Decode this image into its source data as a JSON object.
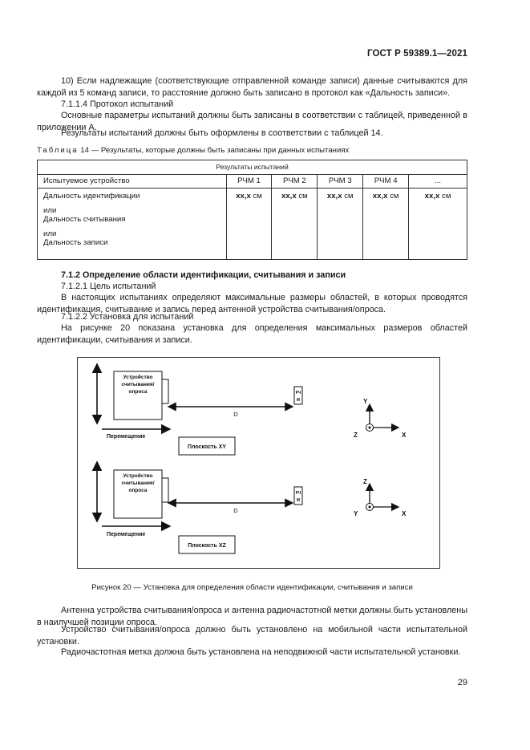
{
  "header": {
    "doc_id": "ГОСТ Р 59389.1—2021"
  },
  "paragraphs": {
    "p10": "10) Если надлежащие (соответствующие отправленной команде записи) данные считываются для каждой из 5 команд записи, то расстояние должно быть записано в протокол как «Дальность записи».",
    "p7114": "7.1.1.4 Протокол испытаний",
    "p_main": "Основные параметры испытаний должны быть записаны в соответствии с таблицей, приведенной в приложении А.",
    "p_res": "Результаты испытаний должны быть оформлены в соответствии с таблицей 14."
  },
  "table14": {
    "caption_prefix": "Таблица",
    "caption_rest": "14 — Результаты, которые должны быть записаны при данных испытаниях",
    "header": "Результаты испытаний",
    "device_label": "Испытуемое устройство",
    "columns": [
      "РЧМ 1",
      "РЧМ 2",
      "РЧМ 3",
      "РЧМ 4",
      "..."
    ],
    "row_lines": [
      "Дальность идентификации",
      "или",
      "Дальность считывания",
      "или",
      "Дальность записи"
    ],
    "value_bold": "хх,х",
    "value_unit": " см"
  },
  "section": {
    "title": "7.1.2 Определение области идентификации, считывания и записи",
    "s7121": "7.1.2.1 Цель испытаний",
    "s7121_text": "В настоящих испытаниях определяют максимальные размеры областей, в которых проводятся идентификация, считывание и запись перед антенной устройства считывания/опроса.",
    "s7122": "7.1.2.2 Установка для испытаний",
    "s7122_text": "На рисунке 20 показана установка для определения максимальных размеров областей идентификации, считывания и записи."
  },
  "figure": {
    "device_lines": [
      "Устройство",
      "считывания/",
      "опроса"
    ],
    "tag_lines": [
      "РЧ",
      "М"
    ],
    "distance": "D",
    "movement": "Перемещение",
    "plane_xy": "Плоскость XY",
    "plane_xz": "Плоскость XZ",
    "ax_y": "Y",
    "ax_x": "X",
    "ax_z": "Z",
    "caption": "Рисунок 20 — Установка для определения области идентификации, считывания и записи"
  },
  "after": {
    "p1": "Антенна устройства считывания/опроса и антенна радиочастотной метки должны быть установлены в наилучшей позиции опроса.",
    "p2": "Устройство считывания/опроса должно быть установлено на мобильной части испытательной установки.",
    "p3": "Радиочастотная метка должна быть установлена на неподвижной части испытательной установки."
  },
  "page_number": "29"
}
